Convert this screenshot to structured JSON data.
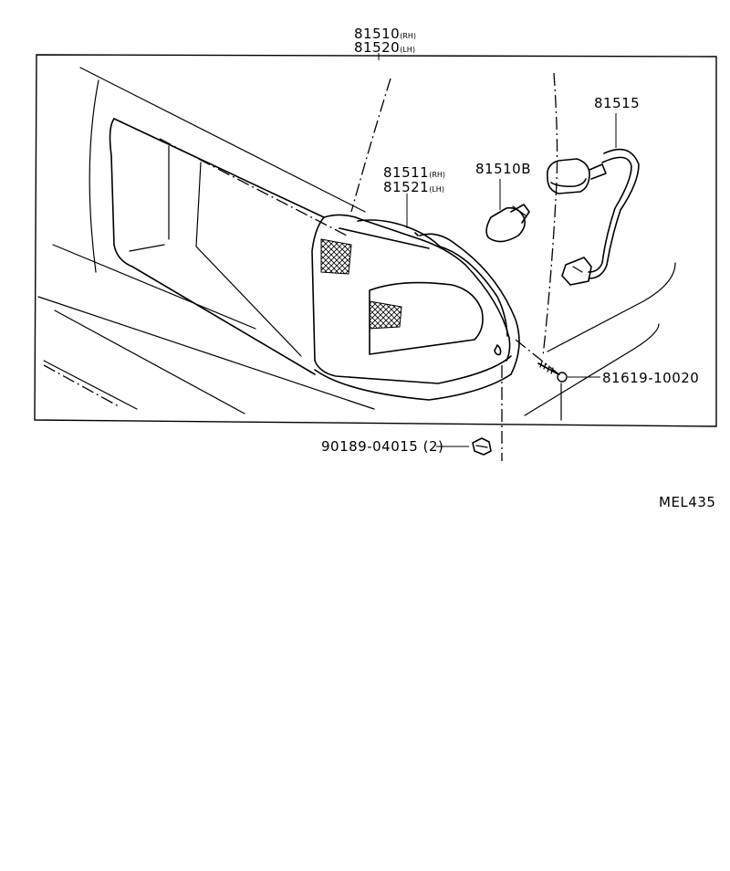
{
  "labels": {
    "lamp_assy_rh": {
      "num": "81510",
      "suffix": "(RH)"
    },
    "lamp_assy_lh": {
      "num": "81520",
      "suffix": "(LH)"
    },
    "lens_rh": {
      "num": "81511",
      "suffix": "(RH)"
    },
    "lens_lh": {
      "num": "81521",
      "suffix": "(LH)"
    },
    "bulb": "81510B",
    "socket": "81515",
    "screw": "81619-10020",
    "clip": "90189-04015 (2)",
    "code": "MEL435"
  }
}
